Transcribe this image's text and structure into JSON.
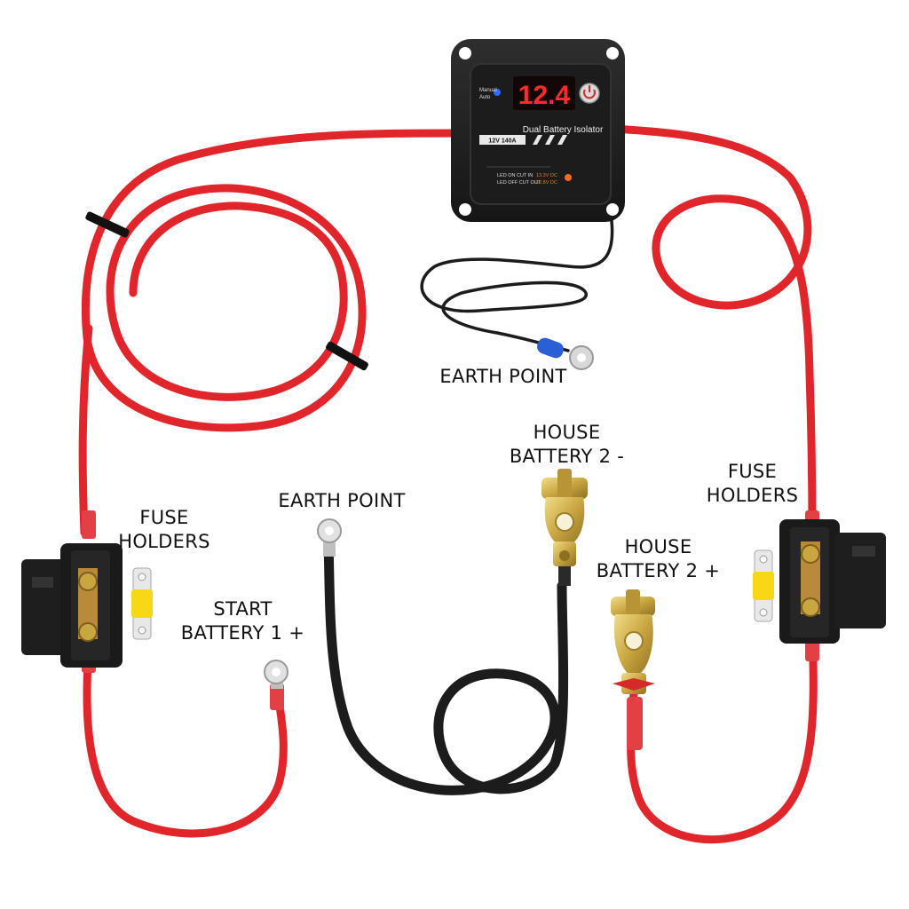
{
  "device": {
    "display_value": "12.4",
    "mode_label_1": "Manual",
    "mode_label_2": "Auto",
    "title": "Dual Battery Isolator",
    "rating": "12V 140A",
    "led_on_label": "LED ON CUT IN",
    "led_on_value": "13.3V DC",
    "led_off_label": "LED OFF CUT OUT",
    "led_off_value": "12.8V DC"
  },
  "labels": {
    "earth_point_top": "EARTH POINT",
    "fuse_left_1": "FUSE",
    "fuse_left_2": "HOLDERS",
    "start_battery_1": "START",
    "start_battery_2": "BATTERY 1 +",
    "earth_point_middle": "EARTH POINT",
    "house_neg_1": "HOUSE",
    "house_neg_2": "BATTERY 2 -",
    "house_pos_1": "HOUSE",
    "house_pos_2": "BATTERY 2 +",
    "fuse_right_1": "FUSE",
    "fuse_right_2": "HOLDERS"
  },
  "colors": {
    "red_cable": "#e0262b",
    "black_cable": "#1c1c1c",
    "display_red": "#ff2a2a",
    "device_body": "#222222",
    "fuse_yellow": "#f6d817",
    "brass": "#c9a640"
  }
}
